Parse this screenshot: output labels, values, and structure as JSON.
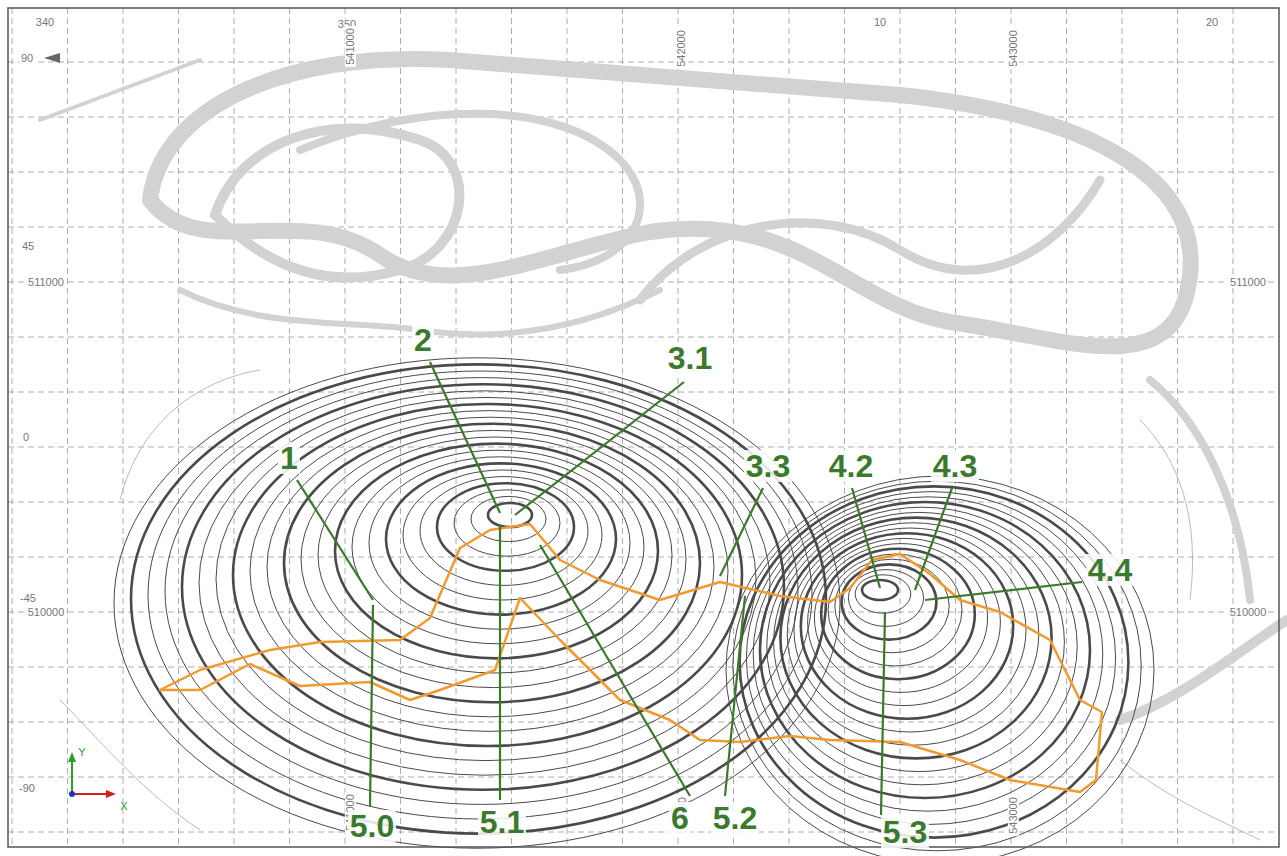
{
  "diagram": {
    "labels": [
      "340",
      "350",
      "541000",
      "542000",
      "10",
      "543000",
      "20",
      "90",
      "45",
      "511000",
      "0",
      "-45",
      "510000",
      "-90",
      "511000",
      "510000",
      "541000",
      "542000",
      "543000",
      "Y",
      "X",
      "1",
      "2",
      "3.1",
      "3.3",
      "4.2",
      "4.3",
      "4.4",
      "5.0",
      "5.1",
      "6",
      "5.2",
      "5.3"
    ]
  }
}
